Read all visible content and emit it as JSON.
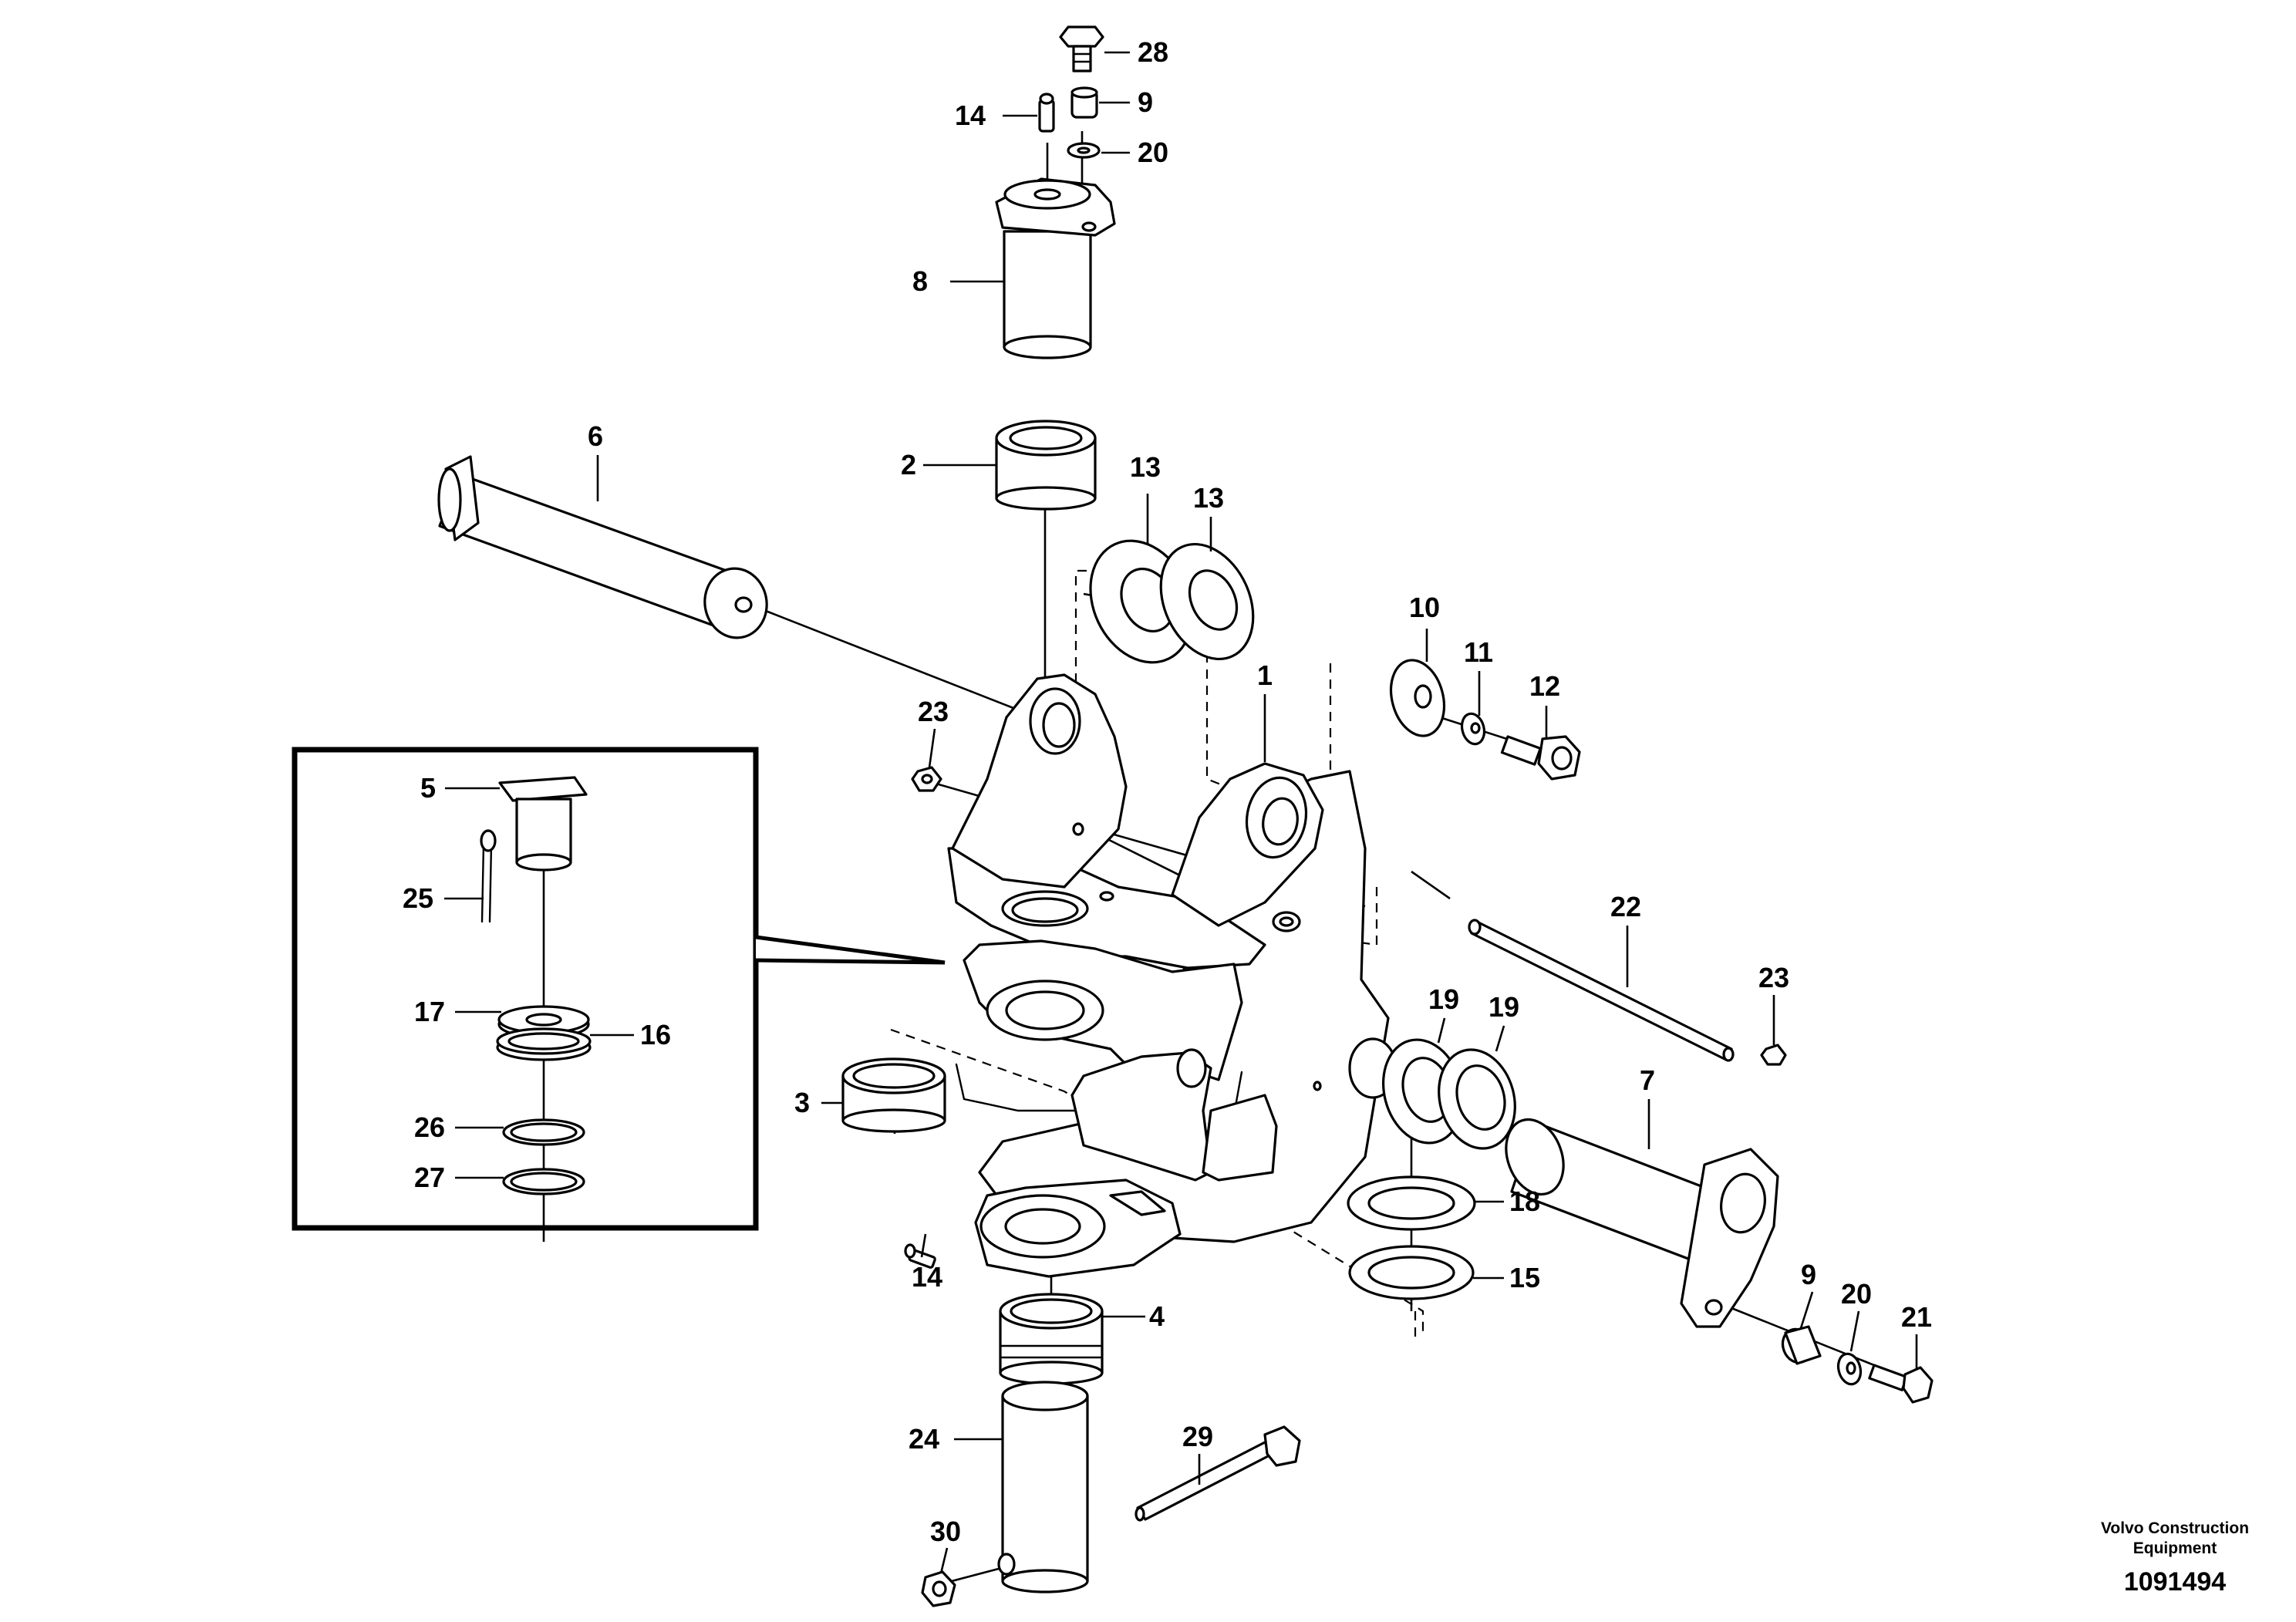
{
  "diagram": {
    "brand": {
      "line1": "Volvo Construction",
      "line2": "Equipment"
    },
    "drawing_number": "1091494",
    "callouts": {
      "c1": "1",
      "c2": "2",
      "c3": "3",
      "c4": "4",
      "c5": "5",
      "c6": "6",
      "c7": "7",
      "c8": "8",
      "c9a": "9",
      "c9b": "9",
      "c10": "10",
      "c11": "11",
      "c12": "12",
      "c13a": "13",
      "c13b": "13",
      "c14a": "14",
      "c14b": "14",
      "c15": "15",
      "c16": "16",
      "c17": "17",
      "c18": "18",
      "c19a": "19",
      "c19b": "19",
      "c20a": "20",
      "c20b": "20",
      "c21": "21",
      "c22": "22",
      "c23a": "23",
      "c23b": "23",
      "c24": "24",
      "c25": "25",
      "c26": "26",
      "c27": "27",
      "c28": "28",
      "c29": "29",
      "c30": "30"
    }
  }
}
